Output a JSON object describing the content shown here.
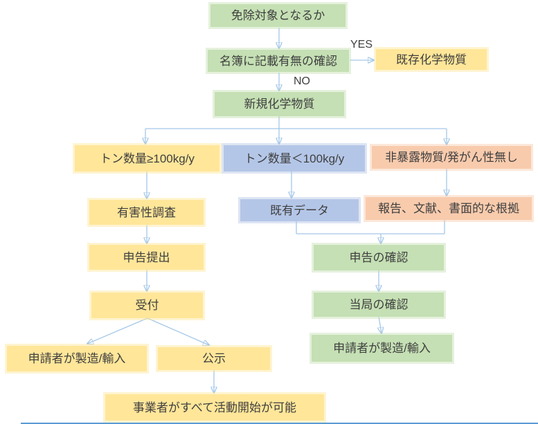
{
  "diagram": {
    "description": "Flowchart for new chemical substance exemption / notification process",
    "language": "ja"
  },
  "colors": {
    "box_green": "#c5e0b4",
    "box_yellow": "#ffe699",
    "box_blue": "#b4c6e7",
    "box_salmon": "#f8cbad",
    "connector_line": "#a3c7e8",
    "arrowhead": "#2e75b6",
    "text": "#3f3f3f",
    "bottom_edge_line": "#5b9bd5",
    "background": "#ffffff"
  },
  "nodes": {
    "exemption_check": {
      "label": "免除対象となるか",
      "type": "green"
    },
    "registry_check": {
      "label": "名簿に記載有無の確認",
      "type": "green"
    },
    "existing_chemical": {
      "label": "既存化学物質",
      "type": "yellow"
    },
    "new_chemical": {
      "label": "新規化学物質",
      "type": "green"
    },
    "tonnage_ge_100": {
      "label": "トン数量≥100kg/y",
      "type": "yellow"
    },
    "tonnage_lt_100": {
      "label": "トン数量＜100kg/y",
      "type": "blue"
    },
    "non_exposure": {
      "label": "非暴露物質/発がん性無し",
      "type": "salmon"
    },
    "hazard_study": {
      "label": "有害性調査",
      "type": "yellow"
    },
    "existing_data": {
      "label": "既有データ",
      "type": "blue"
    },
    "documentary_evidence": {
      "label": "報告、文献、書面的な根拠",
      "type": "salmon"
    },
    "notification_submission": {
      "label": "申告提出",
      "type": "yellow"
    },
    "notification_check": {
      "label": "申告の確認",
      "type": "green"
    },
    "reception": {
      "label": "受付",
      "type": "yellow"
    },
    "authority_check": {
      "label": "当局の確認",
      "type": "green"
    },
    "applicant_manufacture_import_left": {
      "label": "申請者が製造/輸入",
      "type": "yellow"
    },
    "public_notice": {
      "label": "公示",
      "type": "yellow"
    },
    "applicant_manufacture_import_right": {
      "label": "申請者が製造/輸入",
      "type": "green"
    },
    "business_start": {
      "label": "事業者がすべて活動開始が可能",
      "type": "yellow"
    }
  },
  "edges": [
    {
      "from": "exemption_check",
      "to": "registry_check",
      "label": ""
    },
    {
      "from": "registry_check",
      "to": "existing_chemical",
      "label": "YES"
    },
    {
      "from": "registry_check",
      "to": "new_chemical",
      "label": "NO"
    },
    {
      "from": "new_chemical",
      "to": "tonnage_ge_100",
      "label": ""
    },
    {
      "from": "new_chemical",
      "to": "tonnage_lt_100",
      "label": ""
    },
    {
      "from": "new_chemical",
      "to": "non_exposure",
      "label": ""
    },
    {
      "from": "tonnage_ge_100",
      "to": "hazard_study",
      "label": ""
    },
    {
      "from": "tonnage_lt_100",
      "to": "existing_data",
      "label": ""
    },
    {
      "from": "non_exposure",
      "to": "documentary_evidence",
      "label": ""
    },
    {
      "from": "hazard_study",
      "to": "notification_submission",
      "label": ""
    },
    {
      "from": "notification_submission",
      "to": "reception",
      "label": ""
    },
    {
      "from": "reception",
      "to": "applicant_manufacture_import_left",
      "label": ""
    },
    {
      "from": "reception",
      "to": "public_notice",
      "label": ""
    },
    {
      "from": "existing_data",
      "to": "notification_check",
      "label": ""
    },
    {
      "from": "documentary_evidence",
      "to": "notification_check",
      "label": ""
    },
    {
      "from": "notification_check",
      "to": "authority_check",
      "label": ""
    },
    {
      "from": "authority_check",
      "to": "applicant_manufacture_import_right",
      "label": ""
    },
    {
      "from": "public_notice",
      "to": "business_start",
      "label": ""
    }
  ]
}
